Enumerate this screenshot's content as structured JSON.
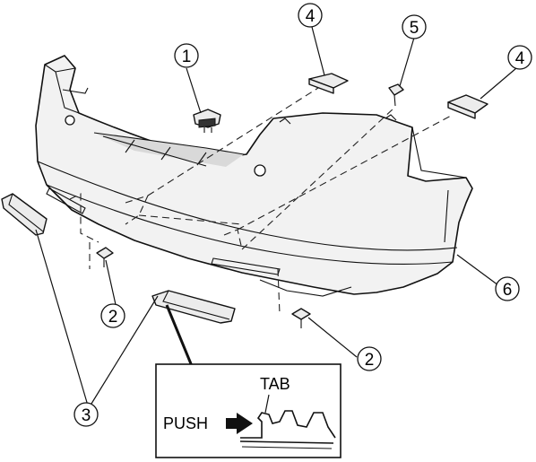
{
  "callouts": [
    {
      "id": "c1",
      "label": "1"
    },
    {
      "id": "c2a",
      "label": "2"
    },
    {
      "id": "c2b",
      "label": "2"
    },
    {
      "id": "c3",
      "label": "3"
    },
    {
      "id": "c4a",
      "label": "4"
    },
    {
      "id": "c4b",
      "label": "4"
    },
    {
      "id": "c5",
      "label": "5"
    },
    {
      "id": "c6",
      "label": "6"
    }
  ],
  "inset": {
    "tab_label": "TAB",
    "push_label": "PUSH"
  }
}
